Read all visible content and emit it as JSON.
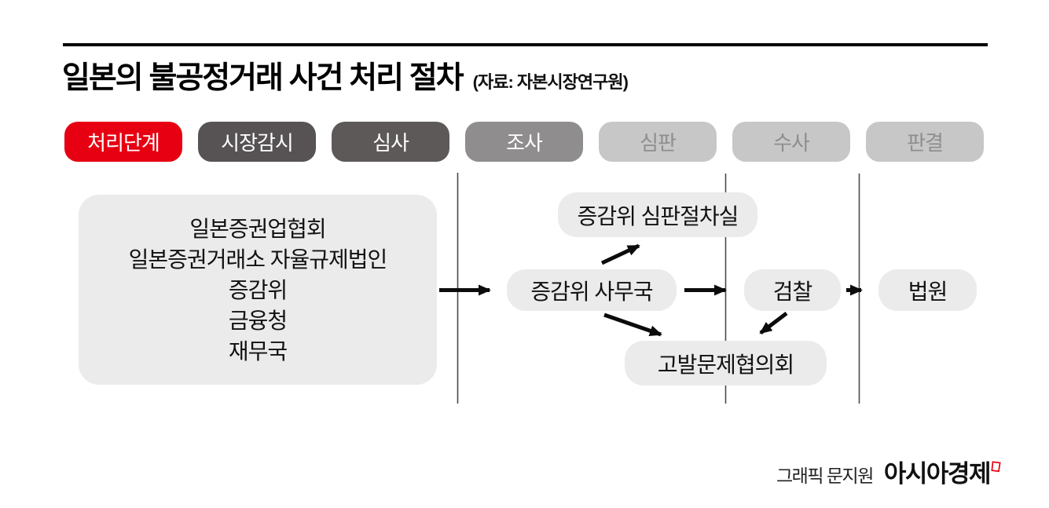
{
  "header": {
    "title": "일본의 불공정거래 사건 처리 절차",
    "source": "(자료: 자본시장연구원)"
  },
  "stages": {
    "items": [
      {
        "label": "처리단계",
        "bg": "#e60012",
        "fg": "#ffffff"
      },
      {
        "label": "시장감시",
        "bg": "#575253",
        "fg": "#ffffff"
      },
      {
        "label": "심사",
        "bg": "#5e5959",
        "fg": "#ffffff"
      },
      {
        "label": "조사",
        "bg": "#8f8d8e",
        "fg": "#ffffff"
      },
      {
        "label": "심판",
        "bg": "#c7c7c8",
        "fg": "#8e8e8f"
      },
      {
        "label": "수사",
        "bg": "#c7c7c8",
        "fg": "#8e8e8f"
      },
      {
        "label": "판결",
        "bg": "#c7c7c8",
        "fg": "#8e8e8f"
      }
    ]
  },
  "diagram": {
    "origin_box_lines": [
      "일본증권업협회",
      "일본증권거래소 자율규제법인",
      "증감위",
      "금융청",
      "재무국"
    ],
    "nodes": {
      "hearing_room": "증감위 심판절차실",
      "sesc_office": "증감위 사무국",
      "council": "고발문제협의회",
      "prosecution": "검찰",
      "court": "법원"
    },
    "edges": [
      {
        "from": "origin_box",
        "to": "sesc_office"
      },
      {
        "from": "sesc_office",
        "to": "hearing_room"
      },
      {
        "from": "sesc_office",
        "to": "prosecution"
      },
      {
        "from": "sesc_office",
        "to": "council"
      },
      {
        "from": "prosecution",
        "to": "council"
      },
      {
        "from": "prosecution",
        "to": "court"
      }
    ]
  },
  "footer": {
    "credit": "그래픽 문지원",
    "brand": "아시아경제"
  },
  "colors": {
    "accent_red": "#e60012",
    "node_bg": "#ebebeb",
    "arrow": "#0c0c0c",
    "divider": "#4a4a4a"
  }
}
